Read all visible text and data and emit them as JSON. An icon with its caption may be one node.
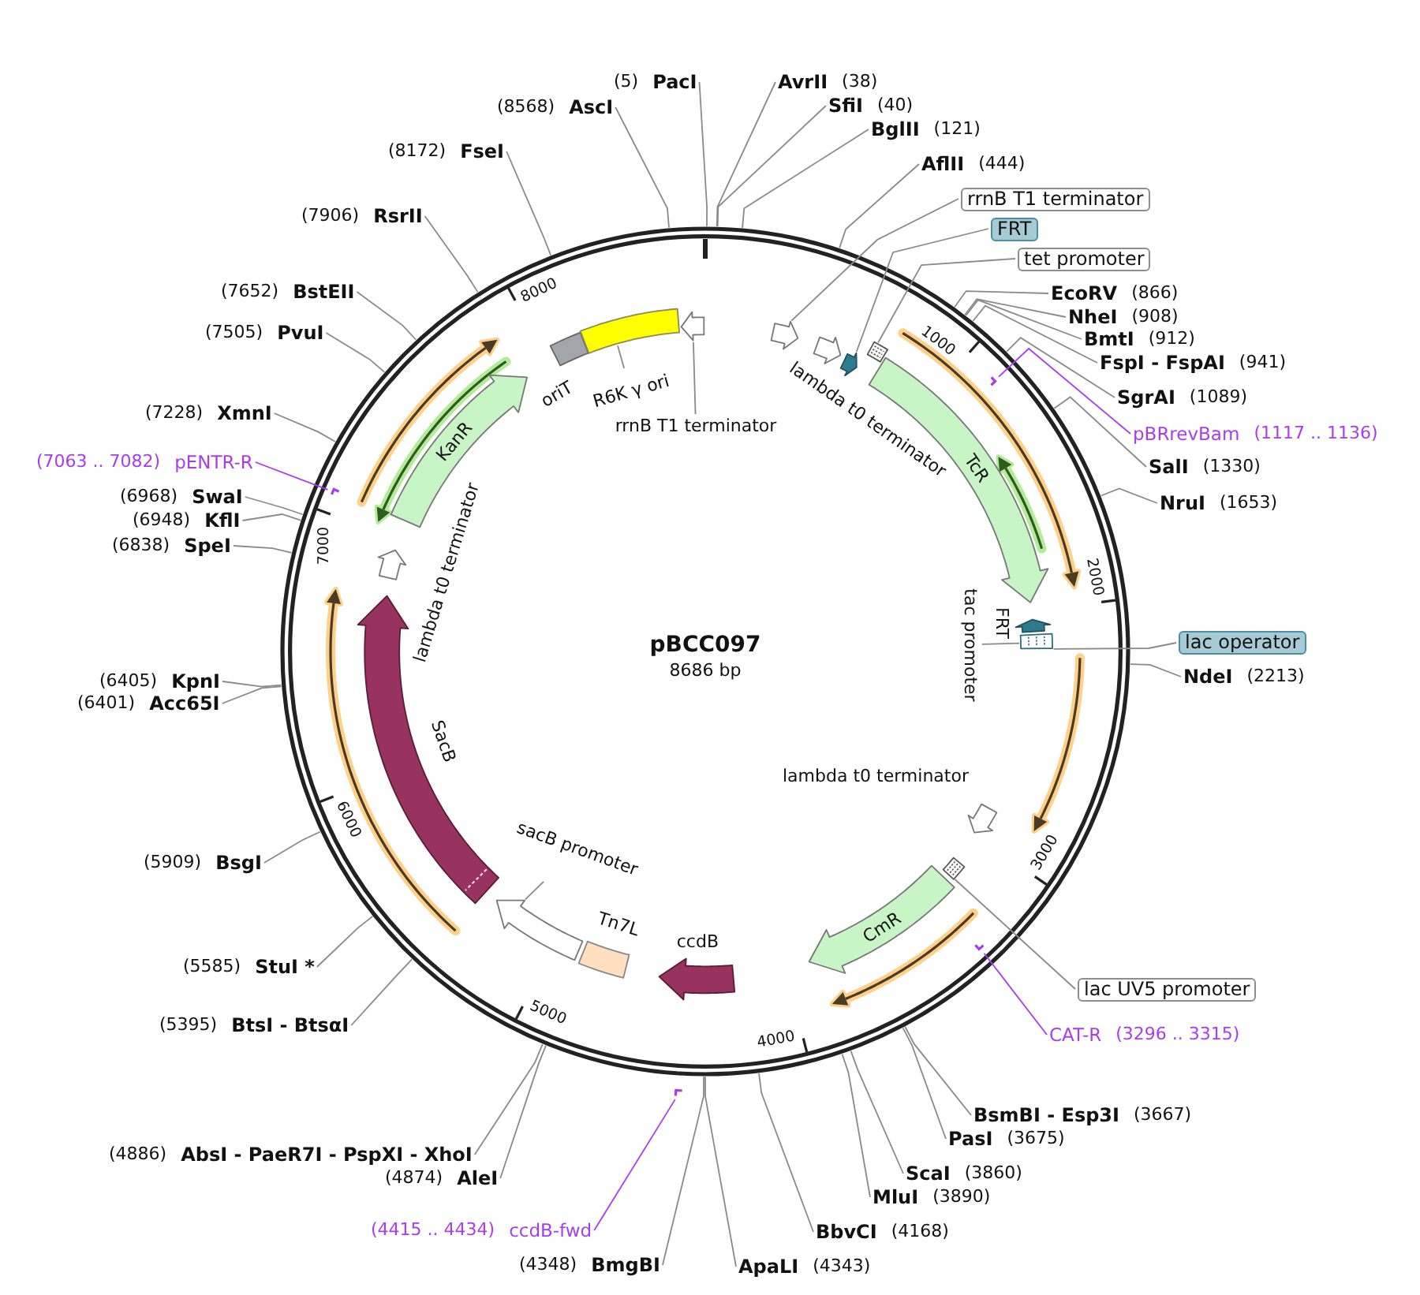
{
  "diagram": {
    "title": "pBCC097",
    "nodes": [
      {
        "text": [
          "(5)",
          "PacI"
        ]
      },
      {
        "text": [
          "AvrII",
          "(38)"
        ]
      },
      {
        "text": [
          "SfiI",
          "(40)"
        ]
      },
      {
        "text": [
          "BglII",
          "(121)"
        ]
      },
      {
        "text": [
          "AflII",
          "(444)"
        ]
      },
      {
        "text": [
          "rrnB T1 terminator"
        ]
      },
      {
        "text": [
          "FRT"
        ]
      },
      {
        "text": [
          "tet promoter"
        ]
      },
      {
        "text": [
          "EcoRV",
          "(866)"
        ]
      },
      {
        "text": [
          "NheI",
          "(908)"
        ]
      },
      {
        "text": [
          "BmtI",
          "(912)"
        ]
      },
      {
        "text": [
          "FspI - FspAI",
          "(941)"
        ]
      },
      {
        "text": [
          "SgrAI",
          "(1089)"
        ]
      },
      {
        "text": [
          "pBRrevBam",
          "(1117 .. 1136)"
        ]
      },
      {
        "text": [
          "SalI",
          "(1330)"
        ]
      },
      {
        "text": [
          "NruI",
          "(1653)"
        ]
      },
      {
        "text": [
          "lac operator"
        ]
      },
      {
        "text": [
          "NdeI",
          "(2213)"
        ]
      },
      {
        "text": [
          "lac UV5 promoter"
        ]
      },
      {
        "text": [
          "CAT-R",
          "(3296 .. 3315)"
        ]
      },
      {
        "text": [
          "BsmBI - Esp3I",
          "(3667)"
        ]
      },
      {
        "text": [
          "PasI",
          "(3675)"
        ]
      },
      {
        "text": [
          "ScaI",
          "(3860)"
        ]
      },
      {
        "text": [
          "MluI",
          "(3890)"
        ]
      },
      {
        "text": [
          "BbvCI",
          "(4168)"
        ]
      },
      {
        "text": [
          "ApaLI",
          "(4343)"
        ]
      },
      {
        "text": [
          "(4348)",
          "BmgBI"
        ]
      },
      {
        "text": [
          "(4415 .. 4434)",
          "ccdB-fwd"
        ]
      },
      {
        "text": [
          "(4874)",
          "AleI"
        ]
      },
      {
        "text": [
          "(4886)",
          "AbsI - PaeR7I - PspXI - XhoI"
        ]
      },
      {
        "text": [
          "(5395)",
          "BtsI - BtsαI"
        ]
      },
      {
        "text": [
          "(5585)",
          "StuI *"
        ]
      },
      {
        "text": [
          "(5909)",
          "BsgI"
        ]
      },
      {
        "text": [
          "(6401)",
          "Acc65I"
        ]
      },
      {
        "text": [
          "(6405)",
          "KpnI"
        ]
      },
      {
        "text": [
          "(6838)",
          "SpeI"
        ]
      },
      {
        "text": [
          "(6948)",
          "KflI"
        ]
      },
      {
        "text": [
          "(6968)",
          "SwaI"
        ]
      },
      {
        "text": [
          "(7063 .. 7082)",
          "pENTR-R"
        ]
      },
      {
        "text": [
          "(7228)",
          "XmnI"
        ]
      },
      {
        "text": [
          "(7505)",
          "PvuI"
        ]
      },
      {
        "text": [
          "(7652)",
          "BstEII"
        ]
      },
      {
        "text": [
          "(7906)",
          "RsrII"
        ]
      },
      {
        "text": [
          "(8172)",
          "FseI"
        ]
      },
      {
        "text": [
          "(8568)",
          "AscI"
        ]
      },
      {
        "text": [],
        "shape": "box",
        "beside": [
          "oriT"
        ]
      },
      {
        "text": [],
        "shape": "box"
      },
      {
        "text": [
          "R6K γ ori"
        ]
      },
      {
        "text": [],
        "shape": "arrow"
      },
      {
        "text": [
          "rrnB T1 terminator"
        ]
      },
      {
        "text": [],
        "shape": "arrow"
      },
      {
        "text": [],
        "shape": "arrow",
        "beside": [
          "lambda t0 terminator"
        ]
      },
      {
        "text": [],
        "shape": "arrow"
      },
      {
        "text": [],
        "shape": "box"
      },
      {
        "text": [
          "TcR"
        ]
      },
      {
        "text": [],
        "shape": "arrow",
        "beside": [
          "FRT"
        ]
      },
      {
        "text": [],
        "shape": "box"
      },
      {
        "text": [
          "tac promoter"
        ]
      },
      {
        "text": [],
        "shape": "arrow",
        "beside": [
          "lambda t0 terminator"
        ]
      },
      {
        "text": [],
        "shape": "box"
      },
      {
        "text": [
          "CmR"
        ]
      },
      {
        "text": [],
        "shape": "arrow",
        "beside": [
          "ccdB"
        ]
      },
      {
        "text": [],
        "shape": "box",
        "beside": [
          "Tn7L"
        ]
      },
      {
        "text": [],
        "shape": "arrow"
      },
      {
        "text": [
          "sacB promoter"
        ]
      },
      {
        "text": [],
        "shape": "arrow",
        "beside": [
          "SacB"
        ]
      },
      {
        "text": [],
        "shape": "arrow",
        "beside": [
          "lambda t0 terminator"
        ]
      },
      {
        "text": [
          "KanR"
        ]
      },
      {
        "text": [],
        "shape": "bar"
      },
      {
        "text": [],
        "shape": "bar"
      },
      {
        "text": [],
        "shape": "bar"
      },
      {
        "text": [],
        "shape": "bar"
      }
    ],
    "edges": [
      {
        "from": 0,
        "to": null,
        "arrow": "none"
      },
      {
        "from": 1,
        "to": null,
        "arrow": "none"
      },
      {
        "from": 2,
        "to": null,
        "arrow": "none"
      },
      {
        "from": 3,
        "to": null,
        "arrow": "none"
      },
      {
        "from": 4,
        "to": null,
        "arrow": "none"
      },
      {
        "from": 5,
        "to": 50,
        "arrow": "none"
      },
      {
        "from": 6,
        "to": 52,
        "arrow": "none"
      },
      {
        "from": 7,
        "to": 53,
        "arrow": "none"
      },
      {
        "from": 8,
        "to": null,
        "arrow": "none"
      },
      {
        "from": 9,
        "to": null,
        "arrow": "none"
      },
      {
        "from": 10,
        "to": null,
        "arrow": "none"
      },
      {
        "from": 11,
        "to": null,
        "arrow": "none"
      },
      {
        "from": 12,
        "to": null,
        "arrow": "none"
      },
      {
        "from": 13,
        "to": 68,
        "arrow": "none",
        "color": "#a93cf0"
      },
      {
        "from": 14,
        "to": null,
        "arrow": "none"
      },
      {
        "from": 15,
        "to": null,
        "arrow": "none"
      },
      {
        "from": 16,
        "to": 56,
        "arrow": "none"
      },
      {
        "from": 17,
        "to": null,
        "arrow": "none"
      },
      {
        "from": 18,
        "to": 59,
        "arrow": "none"
      },
      {
        "from": 19,
        "to": 69,
        "arrow": "none",
        "color": "#a93cf0"
      },
      {
        "from": 20,
        "to": null,
        "arrow": "none"
      },
      {
        "from": 21,
        "to": null,
        "arrow": "none"
      },
      {
        "from": 22,
        "to": null,
        "arrow": "none"
      },
      {
        "from": 23,
        "to": null,
        "arrow": "none"
      },
      {
        "from": 24,
        "to": null,
        "arrow": "none"
      },
      {
        "from": 25,
        "to": null,
        "arrow": "none"
      },
      {
        "from": 26,
        "to": null,
        "arrow": "none"
      },
      {
        "from": 27,
        "to": 70,
        "arrow": "none",
        "color": "#a93cf0"
      },
      {
        "from": 28,
        "to": null,
        "arrow": "none"
      },
      {
        "from": 29,
        "to": null,
        "arrow": "none"
      },
      {
        "from": 30,
        "to": null,
        "arrow": "none"
      },
      {
        "from": 31,
        "to": null,
        "arrow": "none"
      },
      {
        "from": 32,
        "to": null,
        "arrow": "none"
      },
      {
        "from": 33,
        "to": null,
        "arrow": "none"
      },
      {
        "from": 34,
        "to": null,
        "arrow": "none"
      },
      {
        "from": 35,
        "to": null,
        "arrow": "none"
      },
      {
        "from": 36,
        "to": null,
        "arrow": "none"
      },
      {
        "from": 37,
        "to": null,
        "arrow": "none"
      },
      {
        "from": 38,
        "to": 71,
        "arrow": "none",
        "color": "#a93cf0"
      },
      {
        "from": 39,
        "to": null,
        "arrow": "none"
      },
      {
        "from": 40,
        "to": null,
        "arrow": "none"
      },
      {
        "from": 41,
        "to": null,
        "arrow": "none"
      },
      {
        "from": 42,
        "to": null,
        "arrow": "none"
      },
      {
        "from": 43,
        "to": null,
        "arrow": "none"
      },
      {
        "from": 44,
        "to": null,
        "arrow": "none"
      },
      {
        "from": 47,
        "to": 46,
        "arrow": "none"
      },
      {
        "from": 49,
        "to": 48,
        "arrow": "none"
      },
      {
        "from": 57,
        "to": 56,
        "arrow": "none"
      },
      {
        "from": 64,
        "to": 63,
        "arrow": "none"
      }
    ],
    "labels": [
      "8686 bp",
      "1000",
      "2000",
      "3000",
      "4000",
      "5000",
      "6000",
      "7000",
      "8000"
    ]
  }
}
